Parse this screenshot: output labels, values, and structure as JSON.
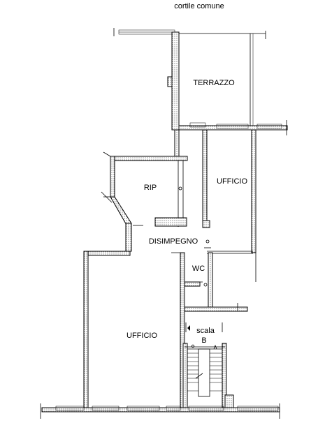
{
  "plan": {
    "header": "cortile comune",
    "rooms": {
      "terrazzo": "TERRAZZO",
      "ufficio_right": "UFFICIO",
      "rip": "RIP",
      "disimpegno": "DISIMPEGNO",
      "wc": "WC",
      "ufficio_left": "UFFICIO",
      "stair_label_line1": "scala",
      "stair_label_line2": "B"
    }
  }
}
